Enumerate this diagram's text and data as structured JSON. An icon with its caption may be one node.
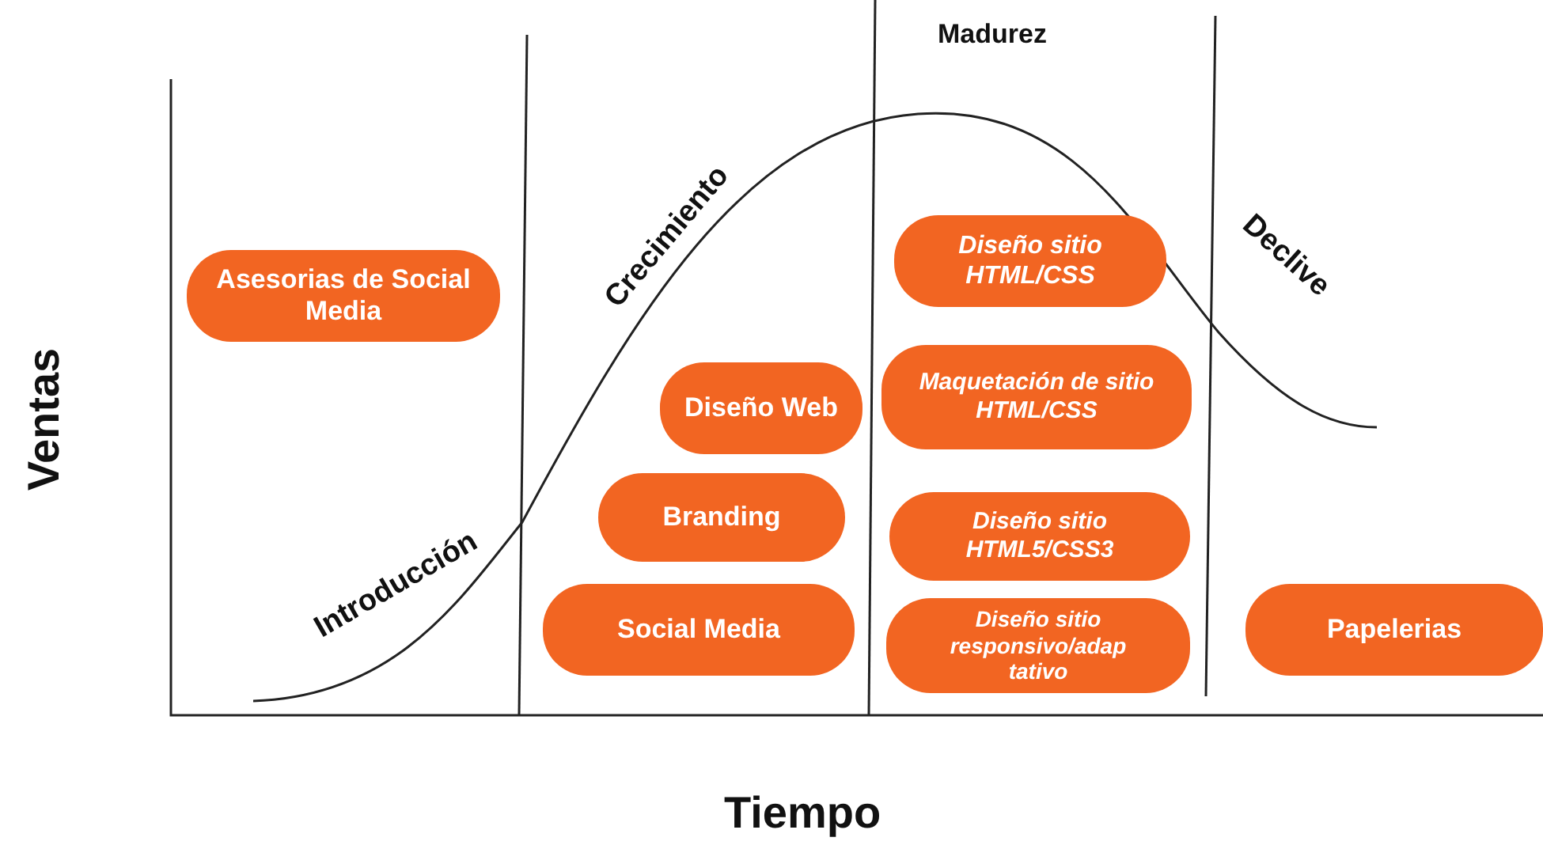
{
  "diagram": {
    "nodes": [
      {
        "text": [
          "Asesorias de Social Media"
        ]
      },
      {
        "text": [
          "Diseño Web"
        ]
      },
      {
        "text": [
          "Branding"
        ]
      },
      {
        "text": [
          "Social Media"
        ]
      },
      {
        "text": [
          "Diseño sitio HTML/CSS"
        ]
      },
      {
        "text": [
          "Maquetación de sitio HTML/CSS"
        ]
      },
      {
        "text": [
          "Diseño sitio HTML5/CSS3"
        ]
      },
      {
        "text": [
          "Diseño sitio responsivo/adap tativo"
        ]
      },
      {
        "text": [
          "Papelerias"
        ]
      }
    ],
    "edges": [],
    "labels": [
      "Madurez",
      "Crecimiento",
      "Declive",
      "Introducción",
      "Ventas",
      "Tiempo"
    ]
  }
}
